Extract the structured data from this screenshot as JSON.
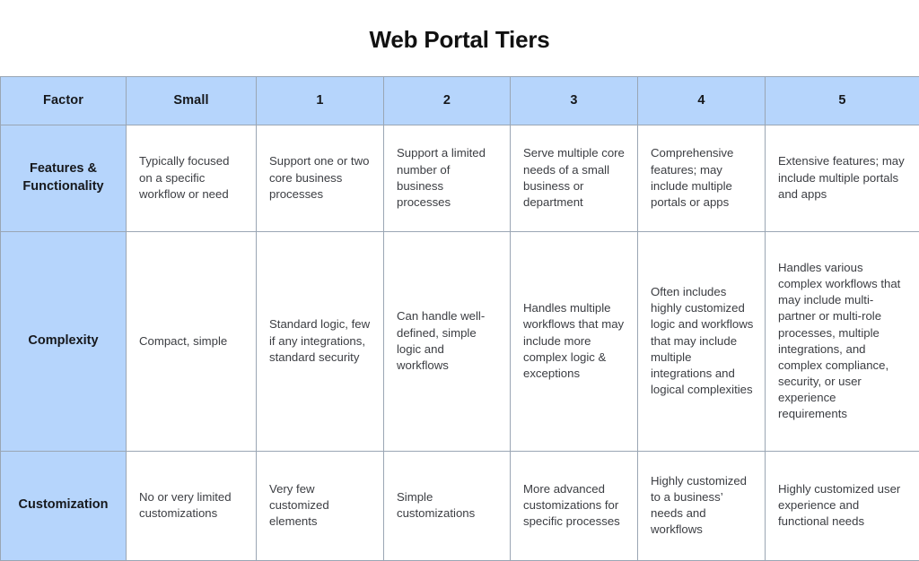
{
  "title": "Web Portal Tiers",
  "table": {
    "headers": [
      "Factor",
      "Small",
      "1",
      "2",
      "3",
      "4",
      "5"
    ],
    "rows": [
      {
        "factor": "Features & Functionality",
        "cells": [
          "Typically focused on a specific workflow or need",
          "Support one or two core business processes",
          "Support a limited number of business processes",
          "Serve multiple core needs of a small business or department",
          "Comprehensive features; may include multiple portals or apps",
          "Extensive features; may include multiple portals and apps"
        ]
      },
      {
        "factor": "Complexity",
        "cells": [
          "Compact, simple",
          "Standard logic, few if any integrations, standard security",
          "Can handle well-defined, simple logic and workflows",
          "Handles multiple workflows that may include more complex logic & exceptions",
          "Often includes highly customized logic and workflows that may include multiple integrations and logical complexities",
          "Handles various complex workflows that may include multi-partner or multi-role processes, multiple integrations, and complex compliance, security, or user experience requirements"
        ]
      },
      {
        "factor": "Customization",
        "cells": [
          "No or very limited customizations",
          "Very few customized elements",
          "Simple customizations",
          "More advanced customizations for specific processes",
          "Highly customized to a business’ needs and workflows",
          "Highly customized user experience and functional needs"
        ]
      }
    ]
  },
  "colors": {
    "header_fill": "#b6d5fc",
    "border": "#9aa6b4",
    "text": "#3b3d42",
    "title_text": "#111111"
  }
}
